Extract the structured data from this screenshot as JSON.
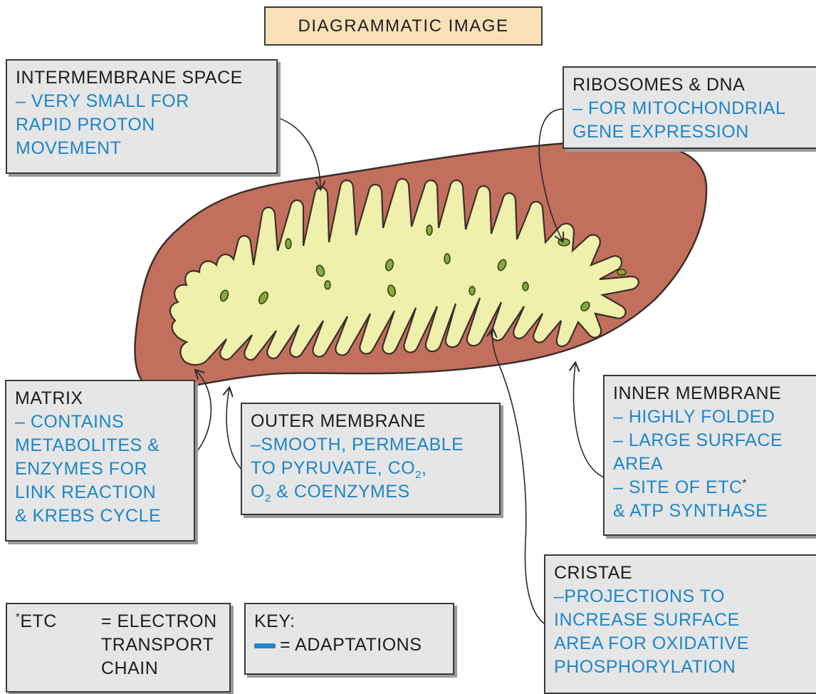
{
  "title": "DIAGRAMMATIC IMAGE",
  "labels": {
    "intermembrane": {
      "heading": "INTERMEMBRANE SPACE",
      "lines": [
        "– VERY SMALL FOR",
        "RAPID PROTON",
        "MOVEMENT"
      ]
    },
    "ribosomes": {
      "heading": "RIBOSOMES & DNA",
      "lines": [
        "– FOR MITOCHONDRIAL",
        "GENE EXPRESSION"
      ]
    },
    "matrix": {
      "heading": "MATRIX",
      "lines": [
        "– CONTAINS",
        "METABOLITES &",
        "ENZYMES FOR",
        "LINK REACTION",
        "& KREBS CYCLE"
      ]
    },
    "outer": {
      "heading": "OUTER MEMBRANE",
      "line1": "–SMOOTH, PERMEABLE",
      "line2_a": "TO PYRUVATE, CO",
      "line2_sub": "2",
      "line2_b": ",",
      "line3_a": "O",
      "line3_sub": "2",
      "line3_b": " & COENZYMES"
    },
    "inner": {
      "heading": "INNER MEMBRANE",
      "lines": [
        "– HIGHLY FOLDED",
        "– LARGE SURFACE",
        "AREA",
        "– SITE OF ETC"
      ],
      "footnote_mark": "*",
      "last_line": "& ATP SYNTHASE"
    },
    "cristae": {
      "heading": "CRISTAE",
      "lines": [
        "–PROJECTIONS TO",
        "INCREASE SURFACE",
        "AREA FOR OXIDATIVE",
        "PHOSPHORYLATION"
      ]
    }
  },
  "footnote": {
    "mark": "*",
    "abbr": "ETC",
    "equals": "= ELECTRON",
    "line2": "TRANSPORT",
    "line3": "CHAIN"
  },
  "key": {
    "heading": "KEY:",
    "entry": "= ADAPTATIONS",
    "swatch_color": "#1d86c9"
  },
  "colors": {
    "outer_membrane": "#c36f5e",
    "matrix": "#eef0ab",
    "ribosome": "#87a83a",
    "label_box": "#e6e6e6",
    "title_box": "#fae0b8",
    "adaptation_text": "#1d86c9"
  }
}
